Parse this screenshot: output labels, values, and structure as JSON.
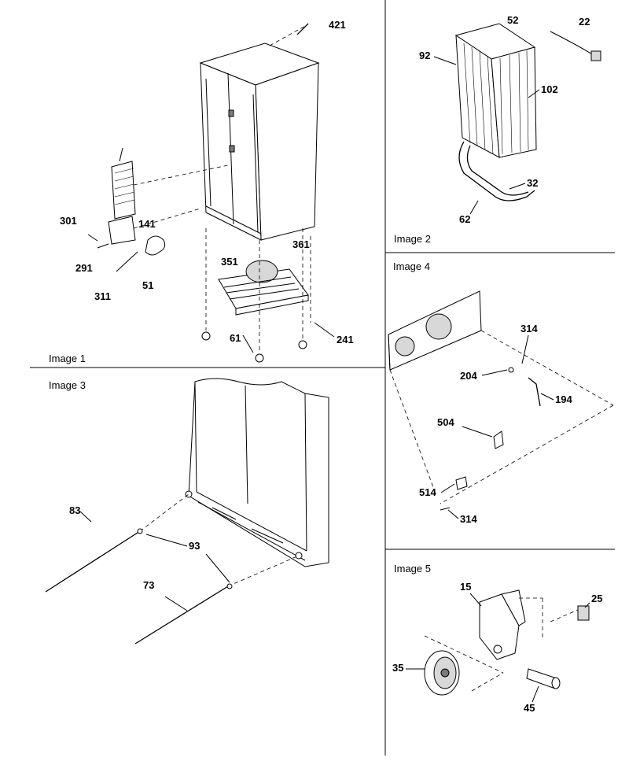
{
  "panels": [
    {
      "title": "Image 1"
    },
    {
      "title": "Image 2"
    },
    {
      "title": "Image 3"
    },
    {
      "title": "Image 4"
    },
    {
      "title": "Image 5"
    }
  ],
  "callouts": {
    "p1": [
      "421",
      "301",
      "141",
      "291",
      "311",
      "51",
      "351",
      "361",
      "61",
      "241"
    ],
    "p2": [
      "22",
      "52",
      "92",
      "102",
      "32",
      "62"
    ],
    "p3": [
      "83",
      "93",
      "73"
    ],
    "p4": [
      "314",
      "204",
      "194",
      "504",
      "514",
      "314"
    ],
    "p5": [
      "15",
      "25",
      "35",
      "45"
    ]
  }
}
